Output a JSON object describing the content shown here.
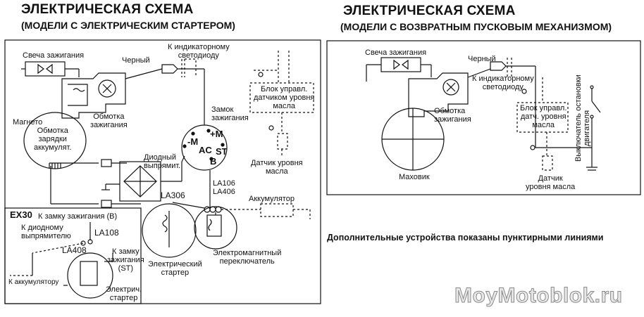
{
  "left": {
    "title": "ЭЛЕКТРИЧЕСКАЯ СХЕМА",
    "subtitle": "(МОДЕЛИ С ЭЛЕКТРИЧЕСКИМ СТАРТЕРОМ)",
    "labels": {
      "spark_plug": "Свеча зажигания",
      "black": "Черный",
      "indicator_line1": "К индикаторному",
      "indicator_line2": "светодиоду",
      "magneto": "Магнето",
      "ignition_coil_line1": "Обмотка",
      "ignition_coil_line2": "зажигания",
      "charge_coil_line1": "Обмотка",
      "charge_coil_line2": "зарядки",
      "charge_coil_line3": "аккумулят.",
      "oil_ctrl_line1": "Блок управл.",
      "oil_ctrl_line2": "датчиком уровня",
      "oil_ctrl_line3": "масла",
      "ignition_lock_line1": "Замок",
      "ignition_lock_line2": "зажигания",
      "terminal_plus_m": "+M",
      "terminal_minus_m": "-M",
      "terminal_ac": "AC",
      "terminal_st": "ST",
      "terminal_b": "B",
      "diode_line1": "Диодный",
      "diode_line2": "выпрямит.",
      "oil_sensor_line1": "Датчик уровня",
      "oil_sensor_line2": "масла",
      "la106": "LA106",
      "la406": "LA406",
      "la306": "LA306",
      "battery": "Аккумулятор",
      "starter_line1": "Электрический",
      "starter_line2": "стартер",
      "solenoid_line1": "Электромагнитный",
      "solenoid_line2": "переключатель"
    },
    "inset": {
      "model": "EX30",
      "to_lock_b": "К замку зажигания (B)",
      "to_diode_line1": "К диодному",
      "to_diode_line2": "выпрямителю",
      "la108": "LA108",
      "la408": "LA408",
      "to_lock_st_line1": "К замку",
      "to_lock_st_line2": "зажигания",
      "to_lock_st_line3": "(ST)",
      "to_battery": "К аккумулятору",
      "starter_line1": "Электрич.",
      "starter_line2": "стартер"
    }
  },
  "right": {
    "title": "ЭЛЕКТРИЧЕСКАЯ СХЕМА",
    "subtitle": "(МОДЕЛИ С ВОЗВРАТНЫМ ПУСКОВЫМ МЕХАНИЗМОМ)",
    "labels": {
      "spark_plug": "Свеча зажигания",
      "black": "Черный",
      "indicator_line1": "К индикаторному",
      "indicator_line2": "светодиоду",
      "ignition_coil_line1": "Обмотка",
      "ignition_coil_line2": "зажигания",
      "oil_ctrl_line1": "Блок управл.",
      "oil_ctrl_line2": "датч. уровня",
      "oil_ctrl_line3": "масла",
      "flywheel": "Маховик",
      "oil_sensor_line1": "Датчик",
      "oil_sensor_line2": "уровня масла",
      "stop_switch_line1": "Выключатель остановки",
      "stop_switch_line2": "двигателя"
    }
  },
  "note": "Дополнительные устройства показаны пунктирными линиями",
  "watermark": "MoyMotoblok.ru"
}
